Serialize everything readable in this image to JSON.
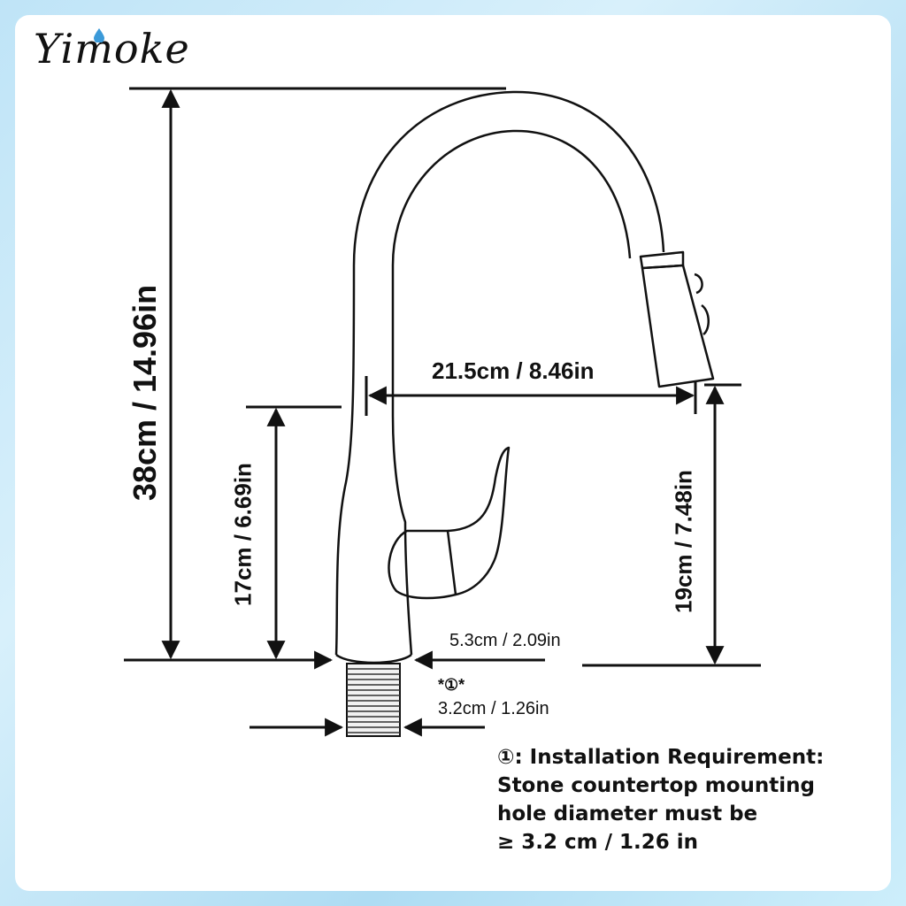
{
  "brand": {
    "name": "Yimoke"
  },
  "dimensions": {
    "total_height": "38cm / 14.96in",
    "spout_reach": "21.5cm / 8.46in",
    "handle_height": "17cm / 6.69in",
    "spout_height": "19cm / 7.48in",
    "base_diameter": "5.3cm / 2.09in",
    "shank_marker": "*①*",
    "shank_diameter": "3.2cm / 1.26in"
  },
  "installation_note": {
    "line1": "①: Installation Requirement:",
    "line2": "Stone countertop mounting",
    "line3": "hole diameter must be",
    "line4": "≥ 3.2 cm / 1.26 in"
  },
  "colors": {
    "background": "#bfe4f7",
    "line": "#111111"
  }
}
